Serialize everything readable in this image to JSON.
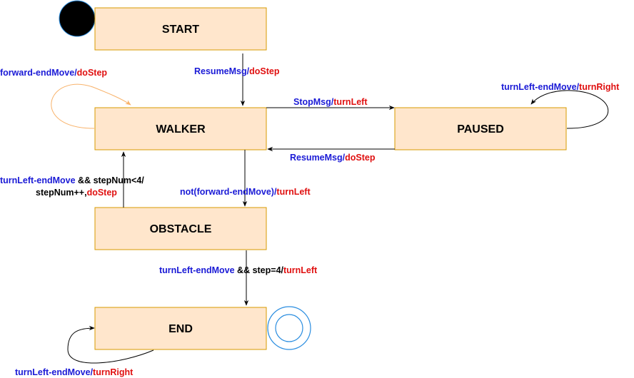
{
  "colors": {
    "state_fill": "#ffe6cc",
    "state_stroke": "#d79b00",
    "event": "#1a1ad6",
    "action": "#e01010",
    "plain": "#000000",
    "self_loop_walker": "#f8b26a",
    "final_marker": "#2a8de0"
  },
  "states": {
    "start": "START",
    "walker": "WALKER",
    "paused": "PAUSED",
    "obstacle": "OBSTACLE",
    "end": "END"
  },
  "transitions": {
    "start_to_walker": {
      "event": "ResumeMsg",
      "sep": "/",
      "action": "doStep"
    },
    "walker_self": {
      "event": "forward-endMove",
      "sep": "/",
      "action": "doStep"
    },
    "walker_to_paused": {
      "event": "StopMsg",
      "sep": "/",
      "action": "turnLeft"
    },
    "paused_self": {
      "event": "turnLeft-endMove",
      "sep": "/",
      "action": "turnRight"
    },
    "paused_to_walker": {
      "event": "ResumeMsg",
      "sep": "/",
      "action": "doStep"
    },
    "walker_to_obstacle": {
      "event": "not(forward-endMove)",
      "sep": "/",
      "action": "turnLeft"
    },
    "obstacle_to_walker": {
      "event": "turnLeft-endMove",
      "cond": " && stepNum<4/",
      "line2_plain": "stepNum++,",
      "action": "doStep"
    },
    "obstacle_to_end": {
      "event": "turnLeft-endMove",
      "cond": " && step=4/",
      "action": "turnLeft"
    },
    "end_self": {
      "event": "turnLeft-endMove",
      "sep": "/",
      "action": "turnRight"
    }
  }
}
